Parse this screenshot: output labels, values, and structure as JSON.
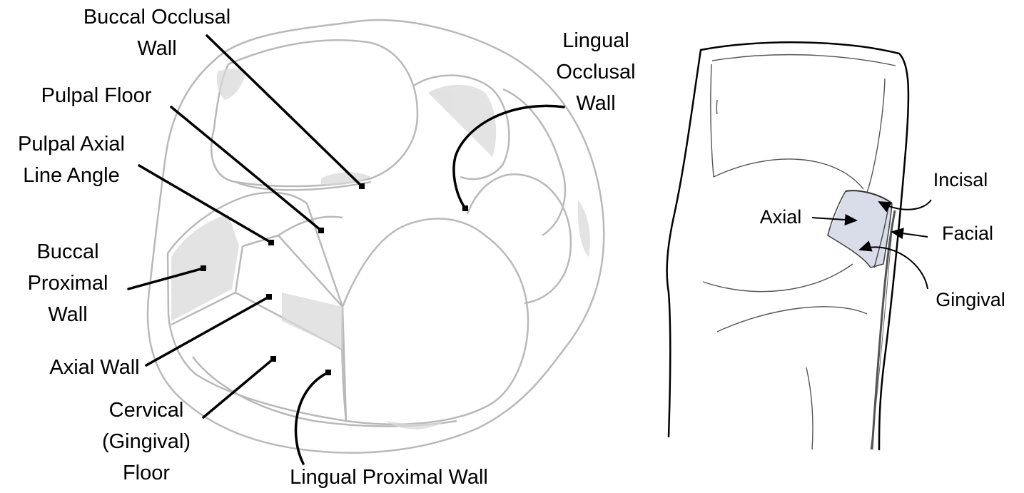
{
  "left_figure": {
    "labels": {
      "buccal_occlusal_wall": [
        "Buccal Occlusal",
        "Wall"
      ],
      "pulpal_floor": [
        "Pulpal Floor"
      ],
      "pulpal_axial_line_angle": [
        "Pulpal Axial",
        "Line Angle"
      ],
      "buccal_proximal_wall": [
        "Buccal",
        "Proximal",
        "Wall"
      ],
      "axial_wall": [
        "Axial Wall"
      ],
      "cervical_floor": [
        "Cervical",
        "(Gingival)",
        "Floor"
      ],
      "lingual_proximal_wall": [
        "Lingual Proximal Wall"
      ],
      "lingual_occlusal_wall": [
        "Lingual",
        "Occlusal",
        "Wall"
      ]
    }
  },
  "right_figure": {
    "labels": {
      "axial": "Axial",
      "incisal": "Incisal",
      "facial": "Facial",
      "gingival": "Gingival"
    }
  },
  "colors": {
    "outline": "#b9b9b9",
    "shade": "#d9d9d9",
    "line": "#000000",
    "cavity_tint": "#c7cfe0"
  }
}
